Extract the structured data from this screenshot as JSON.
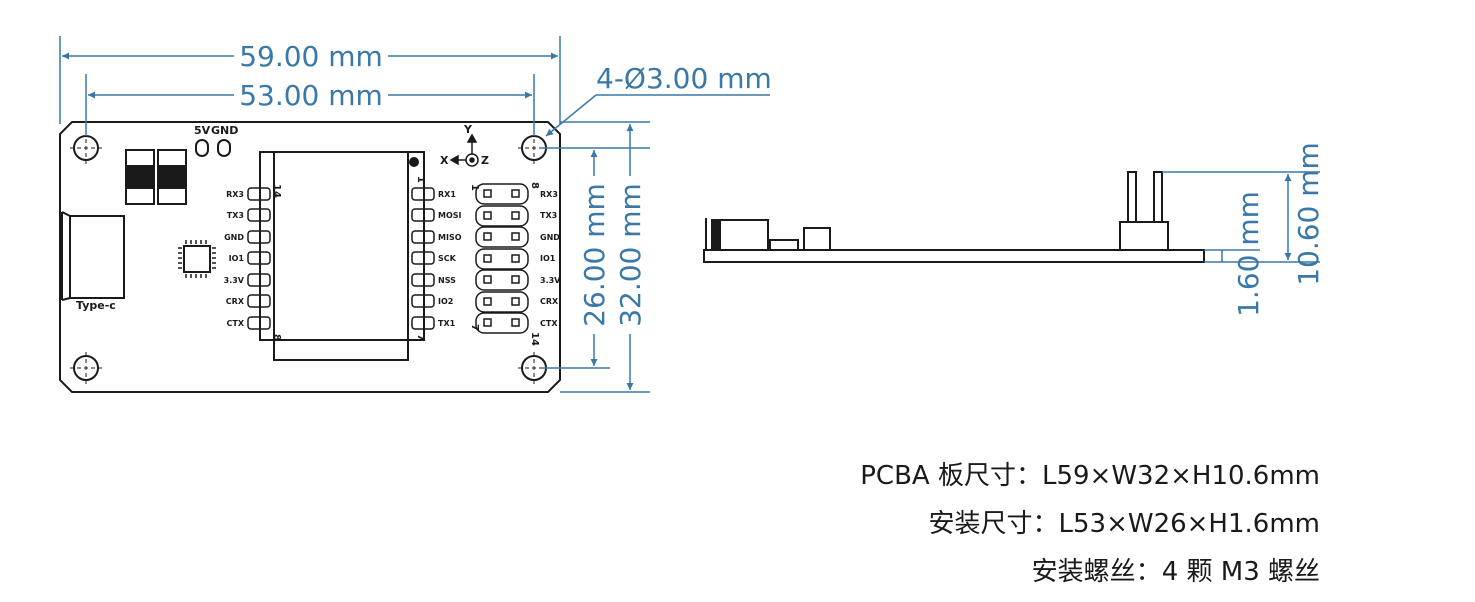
{
  "dimensions": {
    "overall_length": "59.00 mm",
    "mount_length": "53.00 mm",
    "hole_spec": "4-Ø3.00 mm",
    "mount_width": "26.00 mm",
    "overall_width": "32.00 mm",
    "board_thickness": "1.60 mm",
    "total_height": "10.60 mm"
  },
  "board": {
    "connector_label": "Type-c",
    "power_pins": [
      "5V",
      "GND"
    ],
    "axis_labels": {
      "x": "X",
      "y": "Y",
      "z": "Z"
    },
    "left_pins": [
      "RX3",
      "TX3",
      "GND",
      "IO1",
      "3.3V",
      "CRX",
      "CTX"
    ],
    "mid_pins": [
      "RX1",
      "MOSI",
      "MISO",
      "SCK",
      "NSS",
      "IO2",
      "TX1"
    ],
    "right_pins": [
      "RX3",
      "TX3",
      "GND",
      "IO1",
      "3.3V",
      "CRX",
      "CTX"
    ],
    "pin_numbers": {
      "module_left_top": "14",
      "module_left_bottom": "8",
      "module_right_top": "1",
      "module_right_bottom": "7",
      "header_top": "8",
      "header_bottom": "14",
      "header_left_top": "1",
      "header_left_bottom": "7"
    }
  },
  "specs": [
    {
      "label": "PCBA 板尺寸：",
      "value": "L59×W32×H10.6mm"
    },
    {
      "label": "安装尺寸：",
      "value": "L53×W26×H1.6mm"
    },
    {
      "label": "安装螺丝：",
      "value": "4 颗 M3 螺丝"
    }
  ],
  "colors": {
    "dimension": "#3a78a8",
    "outline": "#1a1a1a"
  }
}
